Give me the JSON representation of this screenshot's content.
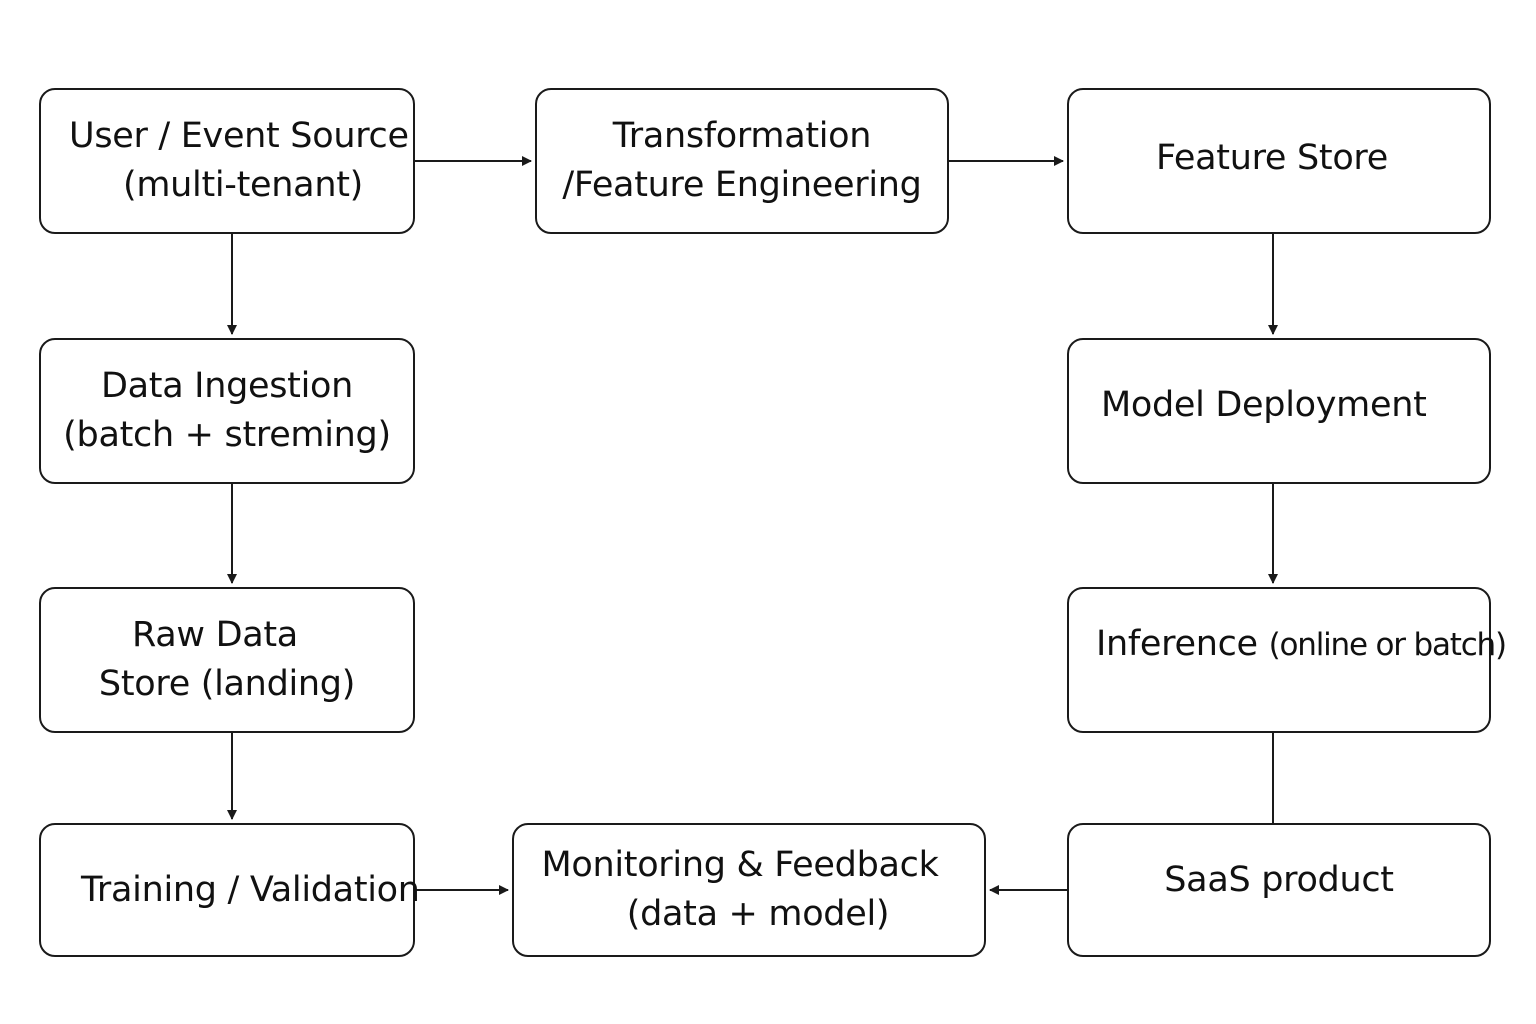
{
  "nodes": {
    "source": {
      "line1": "User / Event Source",
      "line2": "(multi-tenant)"
    },
    "transform": {
      "line1": "Transformation",
      "line2": "/Feature Engineering"
    },
    "feature": {
      "line1": "Feature Store"
    },
    "ingest": {
      "line1": "Data Ingestion",
      "line2": "(batch + streming)"
    },
    "model": {
      "line1": "Model Deployment"
    },
    "raw": {
      "line1": "Raw Data",
      "line2": "Store (landing)"
    },
    "infer": {
      "main": "Inference",
      "sub": "(online or batch)"
    },
    "train": {
      "line1": "Training / Validation"
    },
    "monitor": {
      "line1": "Monitoring & Feedback",
      "line2": "(data + model)"
    },
    "saas": {
      "line1": "SaaS product"
    }
  },
  "colors": {
    "stroke": "#1a1a1a",
    "background": "#ffffff",
    "text": "#111111"
  }
}
